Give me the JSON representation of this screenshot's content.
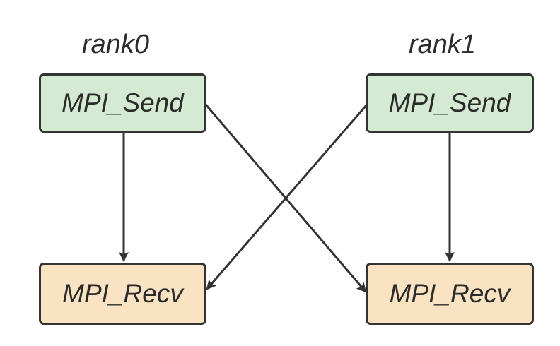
{
  "ranks": [
    {
      "label": "rank0",
      "send": "MPI_Send",
      "recv": "MPI_Recv"
    },
    {
      "label": "rank1",
      "send": "MPI_Send",
      "recv": "MPI_Recv"
    }
  ],
  "edges": [
    {
      "from": "rank0-send",
      "to": "rank0-recv"
    },
    {
      "from": "rank0-send",
      "to": "rank1-recv"
    },
    {
      "from": "rank1-send",
      "to": "rank0-recv"
    },
    {
      "from": "rank1-send",
      "to": "rank1-recv"
    }
  ],
  "colors": {
    "send_fill": "#d5ead2",
    "recv_fill": "#fae3c3",
    "stroke": "#333333",
    "text": "#2b2b2b"
  }
}
